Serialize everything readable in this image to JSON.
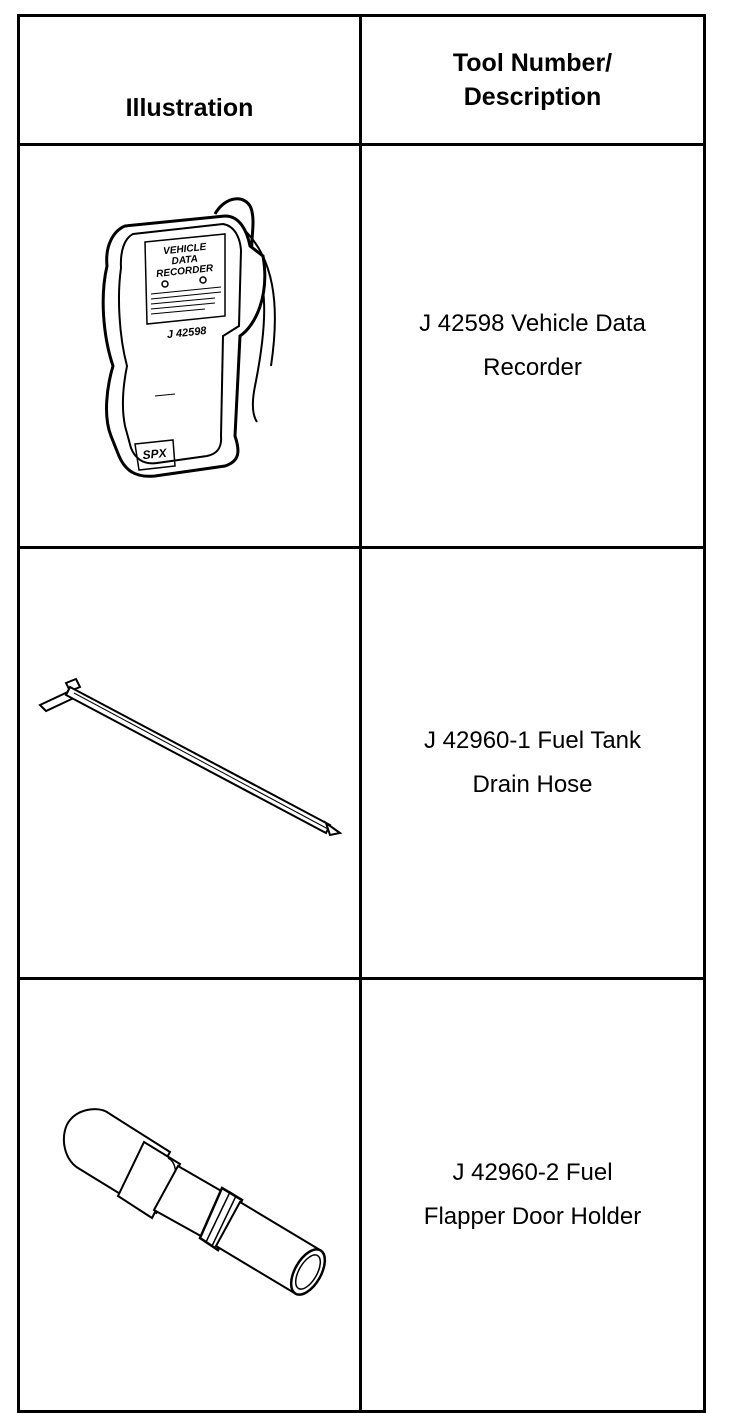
{
  "header": {
    "illustration": "Illustration",
    "tool_line1": "Tool Number/",
    "tool_line2": "Description"
  },
  "rows": [
    {
      "desc_line1": "J 42598 Vehicle Data",
      "desc_line2": "Recorder",
      "device_text": {
        "title1": "VEHICLE",
        "title2": "DATA",
        "title3": "RECORDER",
        "part": "J 42598",
        "brand": "SPX"
      }
    },
    {
      "desc_line1": "J 42960-1 Fuel Tank",
      "desc_line2": "Drain Hose"
    },
    {
      "desc_line1": "J 42960-2 Fuel",
      "desc_line2": "Flapper Door Holder"
    }
  ]
}
